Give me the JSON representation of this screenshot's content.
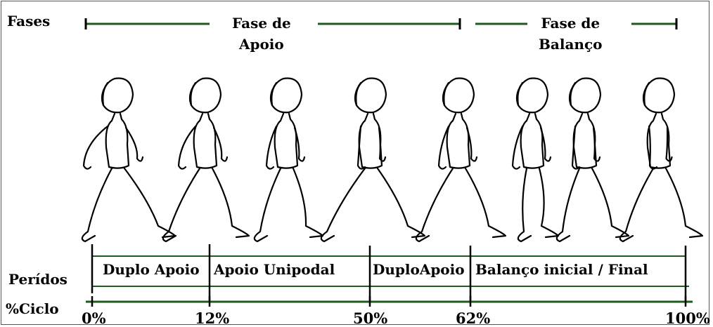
{
  "phases": {
    "label": "Fases",
    "stance": "Fase de\nApoio",
    "swing": "Fase de\nBalanço"
  },
  "periods": {
    "label": "Perídos",
    "items": [
      "Duplo Apoio",
      "Apoio Unipodal",
      "DuploApoio",
      "Balanço inicial / Final"
    ]
  },
  "cycle": {
    "label": "%Ciclo",
    "ticks": [
      "0%",
      "12%",
      "50%",
      "62%",
      "100%"
    ]
  },
  "colors": {
    "ink": "#000000",
    "phase_line": "#1f5a1f",
    "frame": "#555555"
  }
}
